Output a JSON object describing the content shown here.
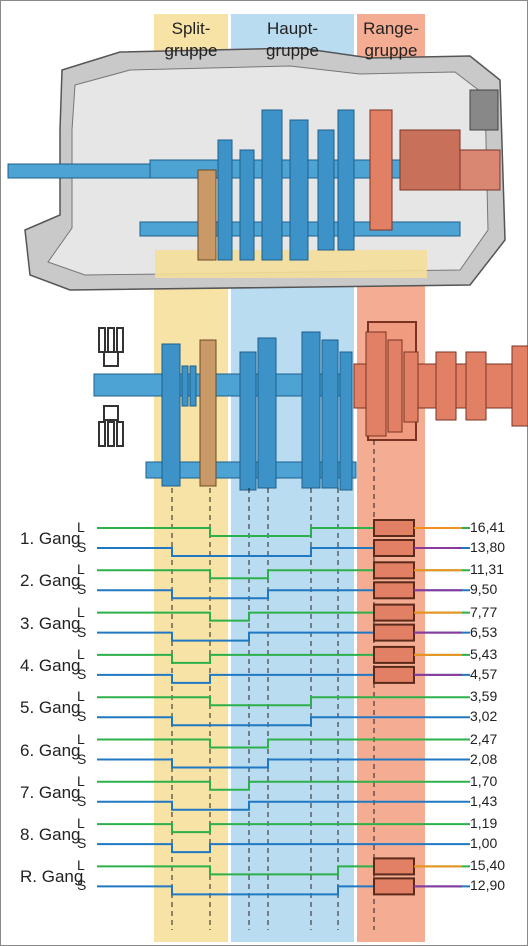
{
  "groups": {
    "split": {
      "line1": "Split-",
      "line2": "gruppe"
    },
    "haupt": {
      "line1": "Haupt-",
      "line2": "gruppe"
    },
    "range": {
      "line1": "Range-",
      "line2": "gruppe"
    }
  },
  "colors": {
    "split_band": "#f8e3a6",
    "haupt_band": "#b9dcf1",
    "range_band": "#f4ad93",
    "shaft_blue": "#4da3d4",
    "gear_blue": "#3d93c8",
    "bronze_gear": "#c99a67",
    "range_gear": "#e28065",
    "line_L": "#2db04a",
    "line_S": "#1f78c1",
    "ratio_L": "#f0931e",
    "ratio_S": "#8a3a9a"
  },
  "gears": [
    {
      "name": "1. Gang",
      "L": "16,41",
      "S": "13,80"
    },
    {
      "name": "2. Gang",
      "L": "11,31",
      "S": "9,50"
    },
    {
      "name": "3. Gang",
      "L": "7,77",
      "S": "6,53"
    },
    {
      "name": "4. Gang",
      "L": "5,43",
      "S": "4,57"
    },
    {
      "name": "5. Gang",
      "L": "3,59",
      "S": "3,02"
    },
    {
      "name": "6. Gang",
      "L": "2,47",
      "S": "2,08"
    },
    {
      "name": "7. Gang",
      "L": "1,70",
      "S": "1,43"
    },
    {
      "name": "8. Gang",
      "L": "1,19",
      "S": "1,00"
    },
    {
      "name": "R. Gang",
      "L": "15,40",
      "S": "12,90"
    }
  ],
  "line_letters": {
    "L": "L",
    "S": "S"
  }
}
